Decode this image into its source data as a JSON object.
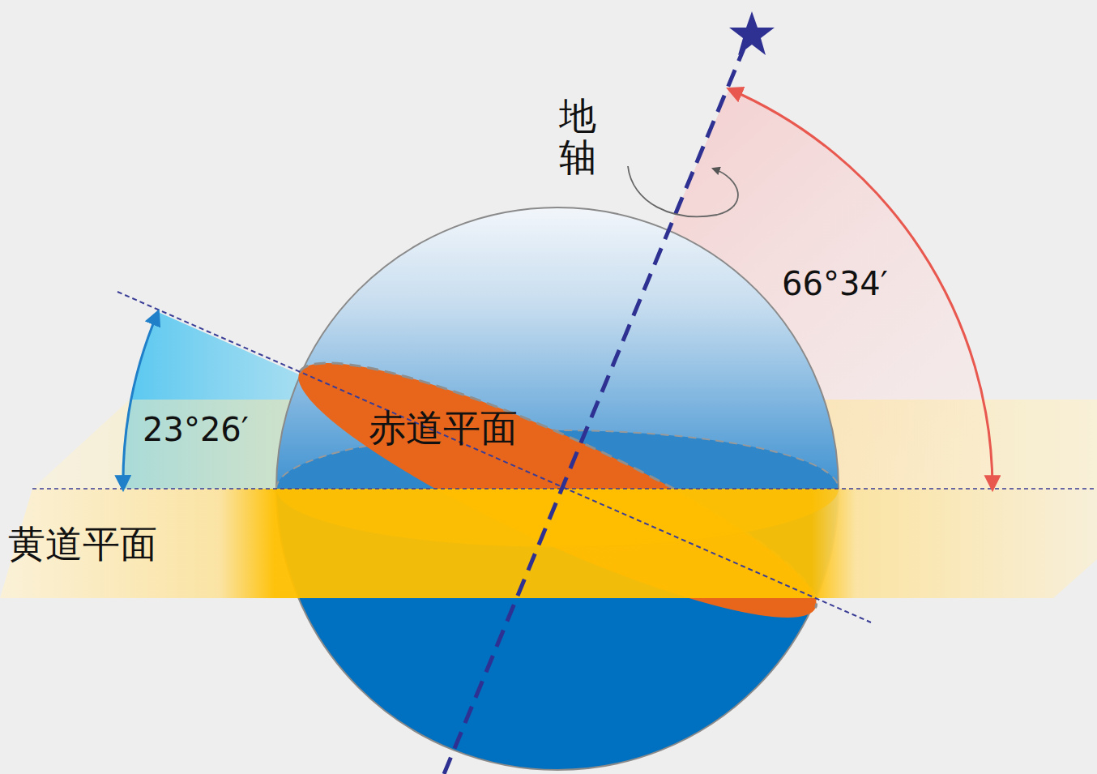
{
  "diagram": {
    "labels": [
      "地轴",
      "66°34′",
      "23°26′",
      "赤道平面",
      "黄道平面"
    ]
  }
}
